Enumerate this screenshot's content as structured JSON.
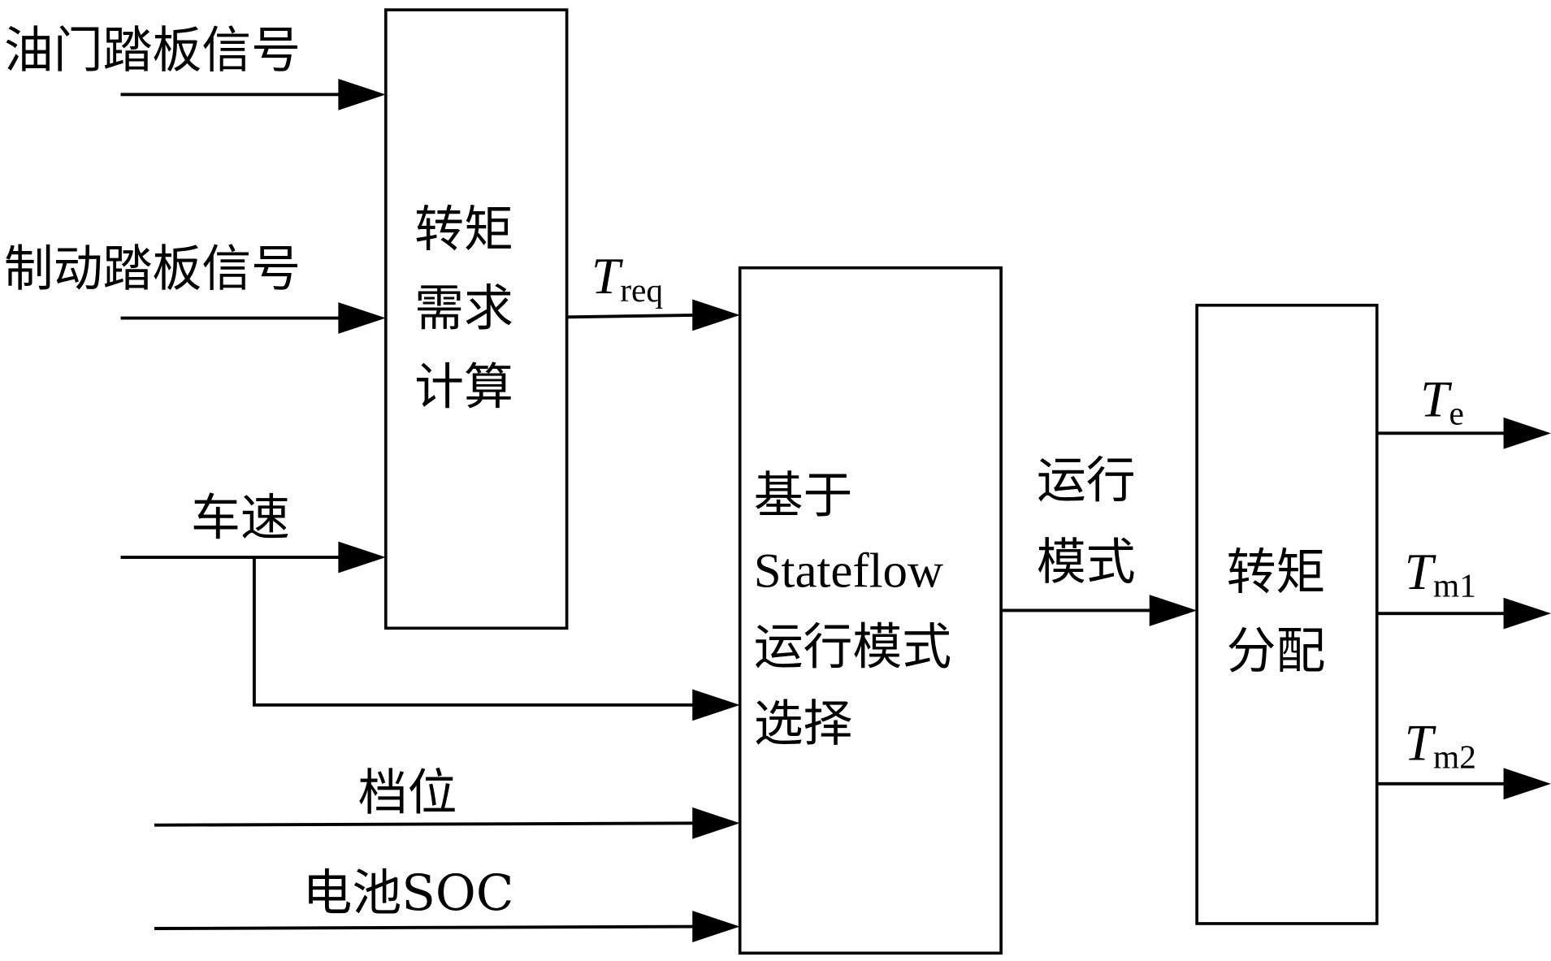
{
  "diagram": {
    "type": "block-diagram",
    "inputs": {
      "throttle": "油门踏板信号",
      "brake": "制动踏板信号",
      "speed": "车速",
      "gear": "档位",
      "battery": "电池SOC"
    },
    "blocks": {
      "torque_demand": {
        "lines": [
          "转矩",
          "需求",
          "计算"
        ]
      },
      "mode_select": {
        "lines": [
          "基于",
          "Stateflow",
          "运行模式",
          "选择"
        ]
      },
      "torque_split": {
        "lines": [
          "转矩",
          "分配"
        ]
      }
    },
    "signals": {
      "treq": {
        "symbol": "T",
        "subscript": "req"
      },
      "mode": {
        "lines": [
          "运行",
          "模式"
        ]
      }
    },
    "outputs": [
      {
        "symbol": "T",
        "subscript": "e"
      },
      {
        "symbol": "T",
        "subscript": "m1"
      },
      {
        "symbol": "T",
        "subscript": "m2"
      }
    ],
    "connections": [
      {
        "from": "throttle",
        "to": "torque_demand"
      },
      {
        "from": "brake",
        "to": "torque_demand"
      },
      {
        "from": "speed",
        "to": "torque_demand"
      },
      {
        "from": "speed",
        "to": "mode_select"
      },
      {
        "from": "torque_demand",
        "to": "mode_select",
        "label": "treq"
      },
      {
        "from": "gear",
        "to": "mode_select"
      },
      {
        "from": "battery",
        "to": "mode_select"
      },
      {
        "from": "mode_select",
        "to": "torque_split",
        "label": "mode"
      },
      {
        "from": "torque_split",
        "to": "out_Te"
      },
      {
        "from": "torque_split",
        "to": "out_Tm1"
      },
      {
        "from": "torque_split",
        "to": "out_Tm2"
      }
    ]
  }
}
